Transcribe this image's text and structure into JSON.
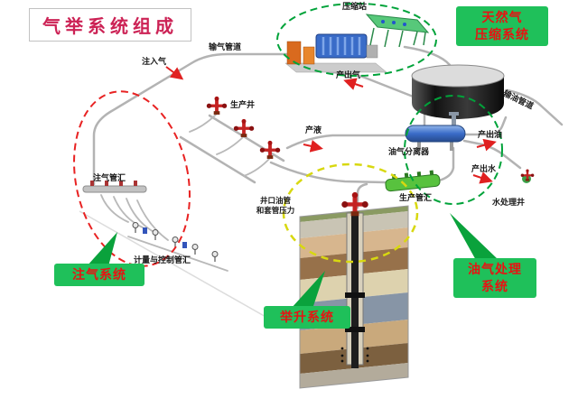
{
  "title": "气举系统组成",
  "system_boxes": {
    "compression": "天然气\n压缩系统",
    "injection": "注气系统",
    "lifting": "举升系统",
    "processing": "油气处理\n系统"
  },
  "labels": {
    "compressor_station": "压缩站",
    "gas_pipeline": "输气管道",
    "injection_gas": "注入气",
    "produced_gas": "产出气",
    "production_well": "生产井",
    "produced_liquid": "产液",
    "separator": "油气分离器",
    "produced_oil": "产出油",
    "produced_water": "产出水",
    "oil_pipeline": "输油管道",
    "injection_manifold": "注气管汇",
    "metering_manifold": "计量与控制管汇",
    "production_manifold": "生产管汇",
    "wellhead_pressure": "井口油管\n和套管压力",
    "water_treatment_well": "水处理井"
  },
  "colors": {
    "title_text": "#cc2255",
    "system_box_background": "#1fc05a",
    "system_box_text": "#e81212",
    "injection_ellipse": "#e82222",
    "compression_ellipse": "#00a33a",
    "processing_ellipse": "#00a33a",
    "lifting_ellipse": "#d8d810",
    "flow_arrow": "#e02020"
  }
}
